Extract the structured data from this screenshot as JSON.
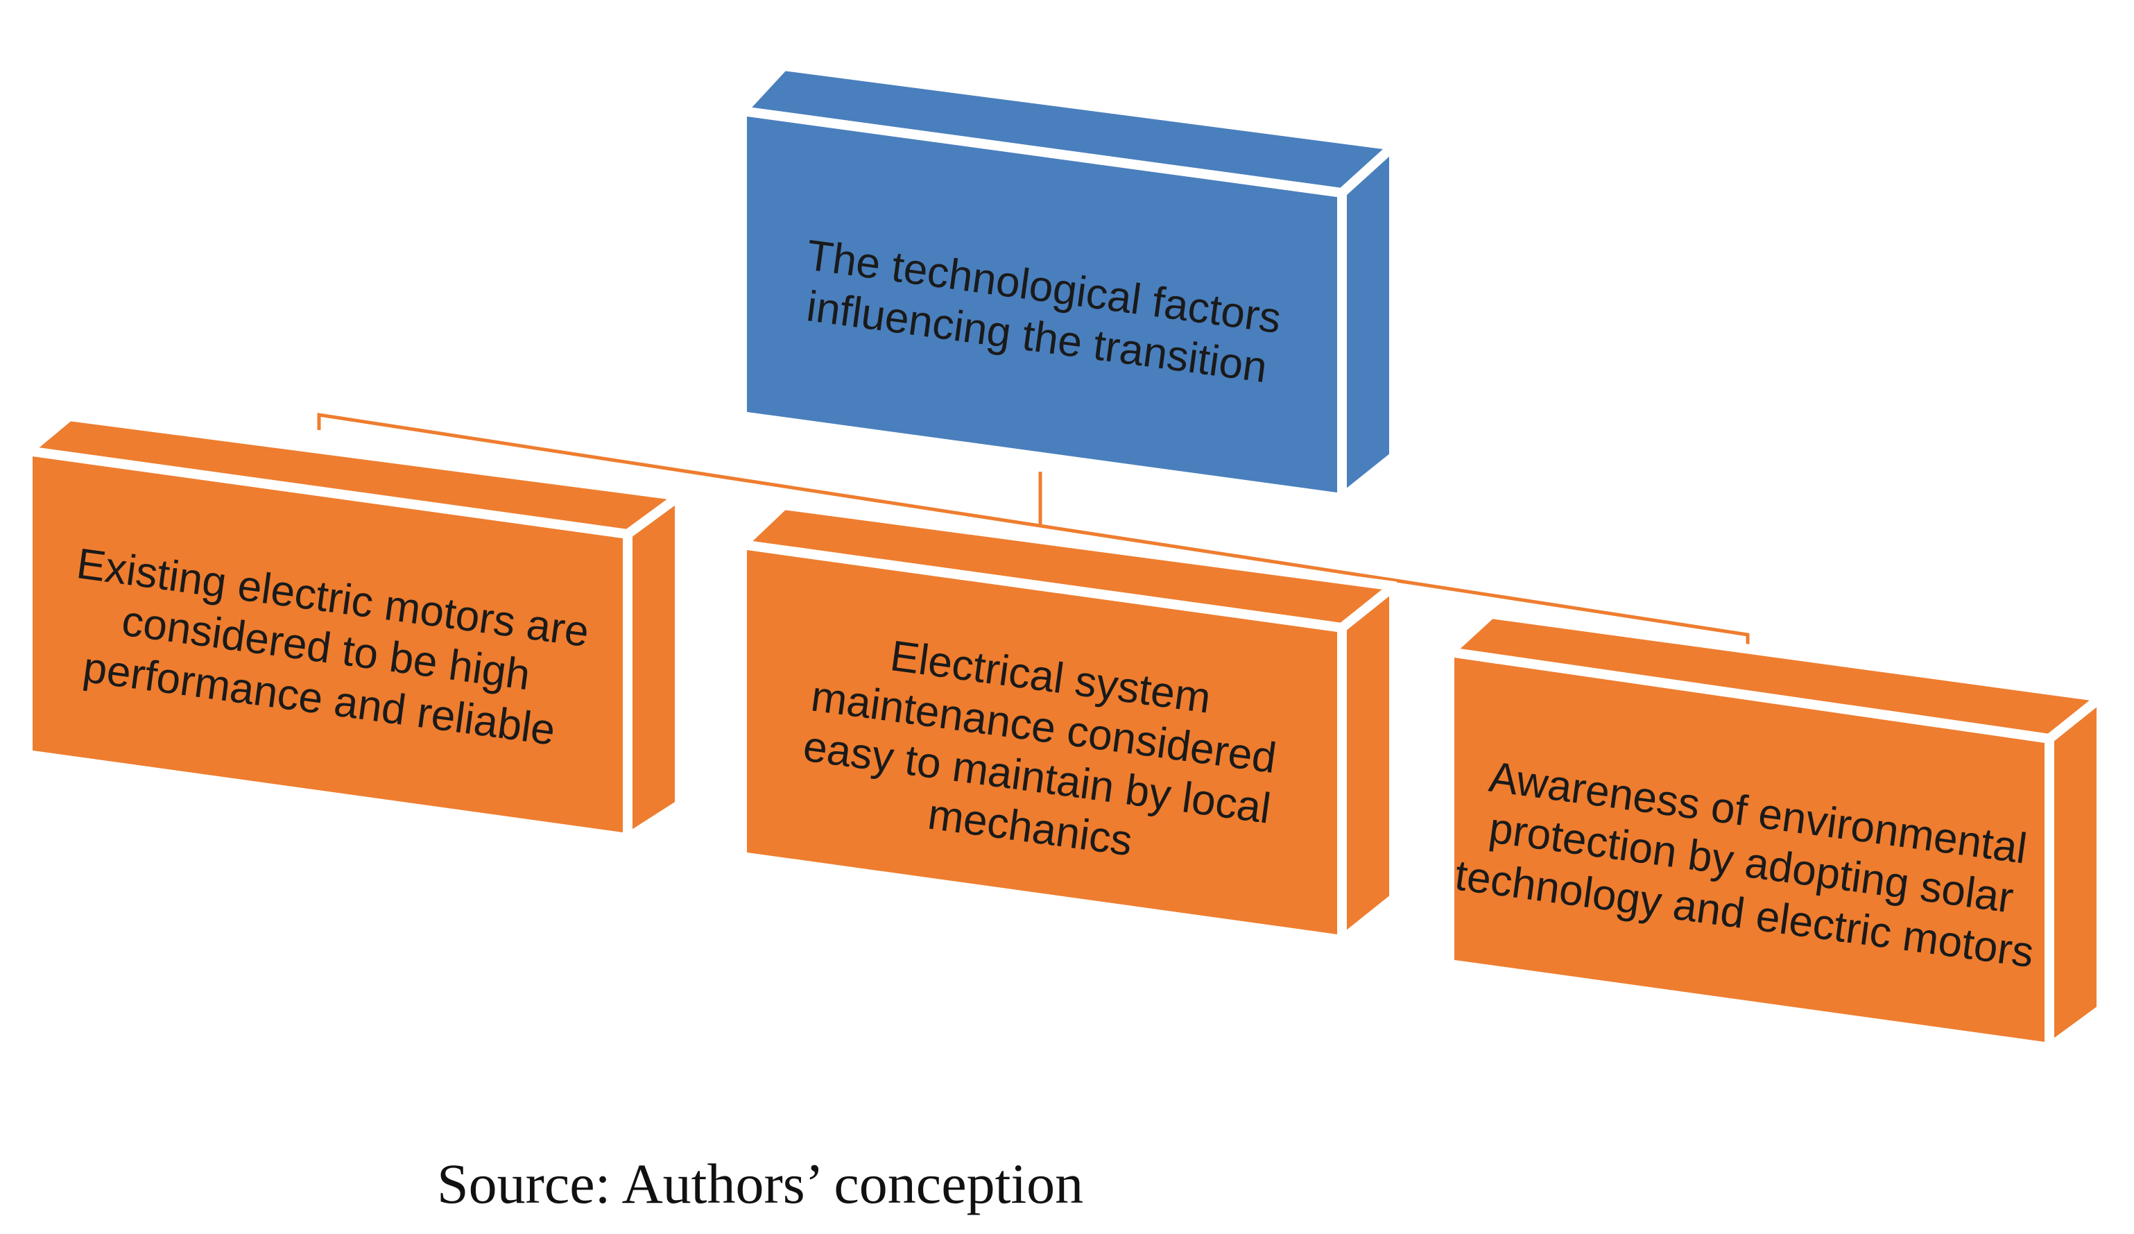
{
  "diagram": {
    "root": {
      "label": "The technological factors influencing the transition",
      "color": "#4a7fbd"
    },
    "children": [
      {
        "label": "Existing electric motors are considered to be high performance and reliable",
        "color": "#ee7d2f"
      },
      {
        "label": "Electrical system maintenance considered easy to maintain by local mechanics",
        "color": "#ee7d2f"
      },
      {
        "label": "Awareness of environmental protection by adopting solar technology and electric motors",
        "color": "#ee7d2f"
      }
    ],
    "connector_color": "#ee7d2f",
    "edge_color": "#ffffff"
  },
  "caption": "Source: Authors’ conception"
}
